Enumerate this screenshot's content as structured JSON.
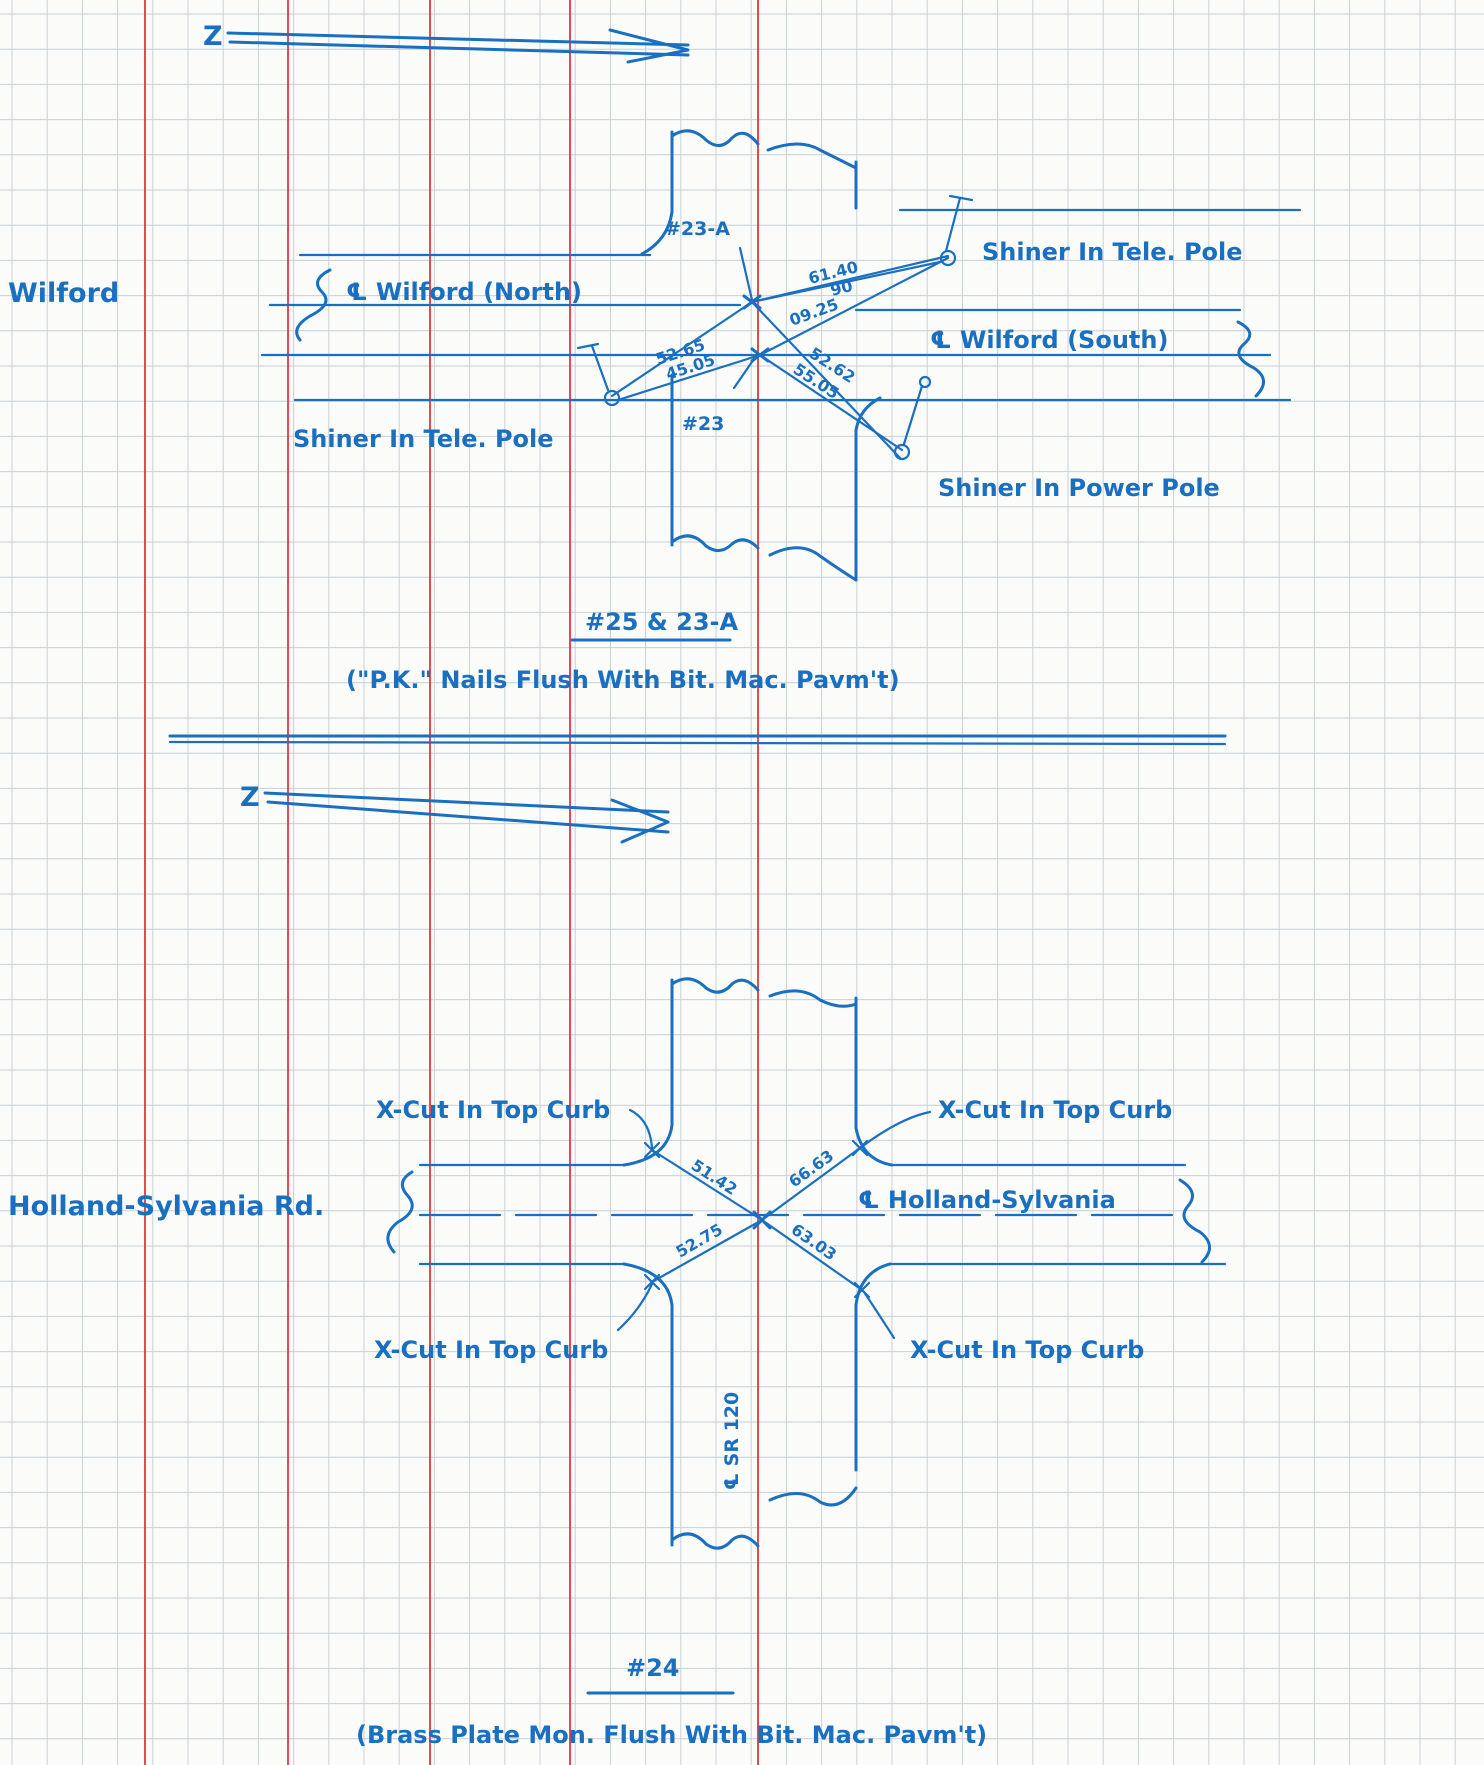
{
  "colors": {
    "ink": "#1a6fc0",
    "grid": "#c8d0d5",
    "margin_rule": "#e2363d",
    "paper": "#fbfcfa"
  },
  "icons": {
    "north_arrow": "north-arrow-icon",
    "monument": "x-mark-icon"
  },
  "top_sketch": {
    "north_label": "Z",
    "street_name": "Wilford",
    "centerline_north": "℄ Wilford (North)",
    "centerline_south": "℄ Wilford (South)",
    "point_23a_label": "#23-A",
    "point_23_label": "#23",
    "shiner_ne": "Shiner In Tele. Pole",
    "shiner_w": "Shiner In Tele. Pole",
    "shiner_se": "Shiner In Power Pole",
    "dist_61_40": "61.40",
    "dist_90": "90",
    "dist_09_25": "09.25",
    "dist_52_65": "52.65",
    "dist_45_05": "45.05",
    "dist_52_62": "52.62",
    "dist_55_05": "55.05",
    "monument_id": "#25 & 23-A",
    "note": "(\"P.K.\" Nails Flush With Bit. Mac. Pavm't)"
  },
  "bottom_sketch": {
    "north_label": "Z",
    "street_name": "Holland-Sylvania Rd.",
    "centerline": "℄ Holland-Sylvania",
    "cross_centerline": "℄ SR 120",
    "xcut_nw": "X-Cut In Top Curb",
    "xcut_ne": "X-Cut In Top Curb",
    "xcut_sw": "X-Cut In Top Curb",
    "xcut_se": "X-Cut In Top Curb",
    "dist_nw": "51.42",
    "dist_ne": "66.63",
    "dist_sw": "52.75",
    "dist_se": "63.03",
    "monument_id": "#24",
    "note": "(Brass Plate Mon. Flush With Bit. Mac. Pavm't)"
  }
}
